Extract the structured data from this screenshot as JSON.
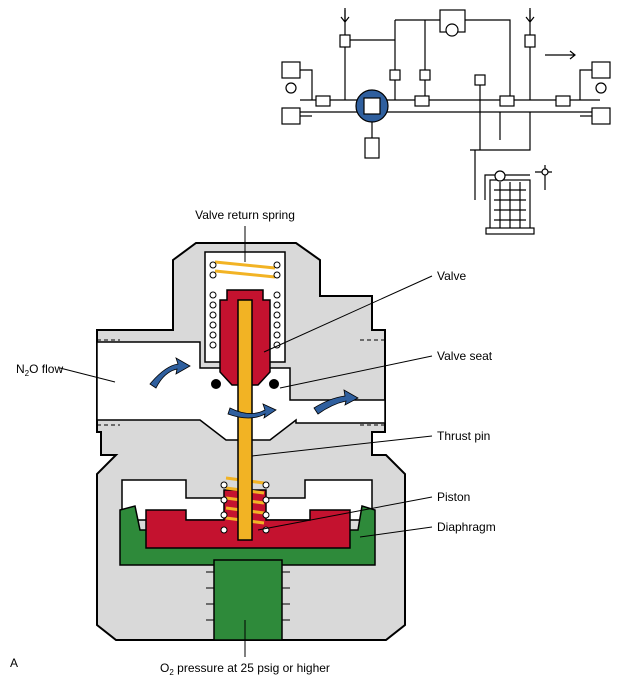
{
  "labels": {
    "valve_return_spring": "Valve return spring",
    "valve": "Valve",
    "valve_seat": "Valve seat",
    "thrust_pin": "Thrust pin",
    "piston": "Piston",
    "diaphragm": "Diaphragm",
    "n2o_flow_prefix": "N",
    "n2o_flow_sub": "2",
    "n2o_flow_suffix": "O flow",
    "o2_pressure_prefix": "O",
    "o2_pressure_sub": "2",
    "o2_pressure_suffix": " pressure at 25 psig or higher",
    "panel_letter": "A"
  },
  "colors": {
    "body": "#d9d9d9",
    "valve_red": "#c4122f",
    "pin_yellow": "#f2b324",
    "diaphragm_green": "#2e8a3a",
    "arrow_blue": "#2f5f9e",
    "line": "#000000"
  }
}
